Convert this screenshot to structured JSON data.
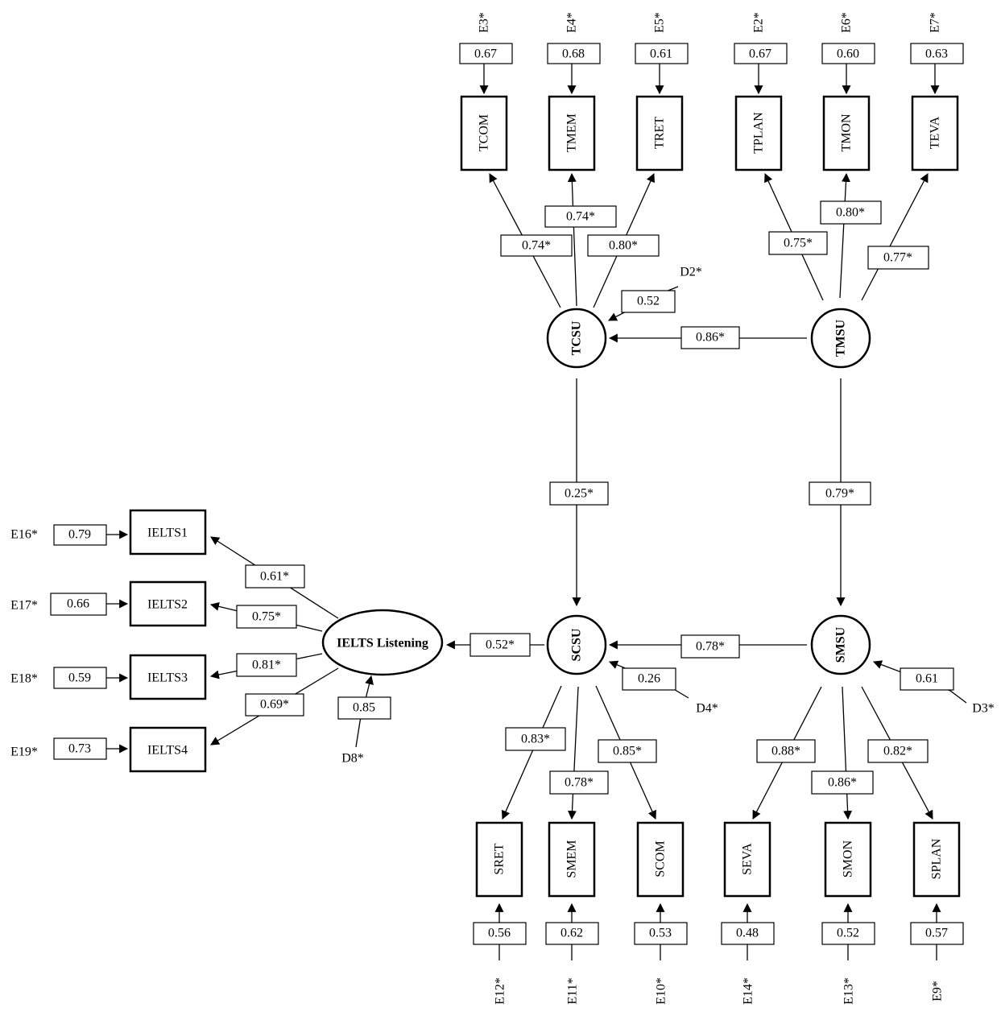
{
  "latents": {
    "tcsu": "TCSU",
    "tmsu": "TMSU",
    "scsu": "SCSU",
    "smsu": "SMSU",
    "ielts": "IELTS Listening"
  },
  "indicators": {
    "tcom": "TCOM",
    "tmem": "TMEM",
    "tret": "TRET",
    "tplan": "TPLAN",
    "tmon": "TMON",
    "teva": "TEVA",
    "sret": "SRET",
    "smem": "SMEM",
    "scom": "SCOM",
    "seva": "SEVA",
    "smon": "SMON",
    "splan": "SPLAN",
    "ielts1": "IELTS1",
    "ielts2": "IELTS2",
    "ielts3": "IELTS3",
    "ielts4": "IELTS4"
  },
  "errors": {
    "e3": "E3*",
    "e4": "E4*",
    "e5": "E5*",
    "e2": "E2*",
    "e6": "E6*",
    "e7": "E7*",
    "e12": "E12*",
    "e11": "E11*",
    "e10": "E10*",
    "e14": "E14*",
    "e13": "E13*",
    "e9": "E9*",
    "e16": "E16*",
    "e17": "E17*",
    "e18": "E18*",
    "e19": "E19*",
    "d2": "D2*",
    "d3": "D3*",
    "d4": "D4*",
    "d8": "D8*"
  },
  "error_values": {
    "e3": "0.67",
    "e4": "0.68",
    "e5": "0.61",
    "e2": "0.67",
    "e6": "0.60",
    "e7": "0.63",
    "e12": "0.56",
    "e11": "0.62",
    "e10": "0.53",
    "e14": "0.48",
    "e13": "0.52",
    "e9": "0.57",
    "e16": "0.79",
    "e17": "0.66",
    "e18": "0.59",
    "e19": "0.73",
    "d2": "0.52",
    "d3": "0.61",
    "d4": "0.26",
    "d8": "0.85"
  },
  "loadings": {
    "tcom": "0.74*",
    "tmem": "0.74*",
    "tret": "0.80*",
    "tplan": "0.75*",
    "tmon": "0.80*",
    "teva": "0.77*",
    "sret": "0.83*",
    "smem": "0.78*",
    "scom": "0.85*",
    "seva": "0.88*",
    "smon": "0.86*",
    "splan": "0.82*",
    "ielts1": "0.61*",
    "ielts2": "0.75*",
    "ielts3": "0.81*",
    "ielts4": "0.69*"
  },
  "paths": {
    "tmsu_tcsu": "0.86*",
    "tcsu_scsu": "0.25*",
    "tmsu_smsu": "0.79*",
    "smsu_scsu": "0.78*",
    "scsu_ielts": "0.52*"
  }
}
